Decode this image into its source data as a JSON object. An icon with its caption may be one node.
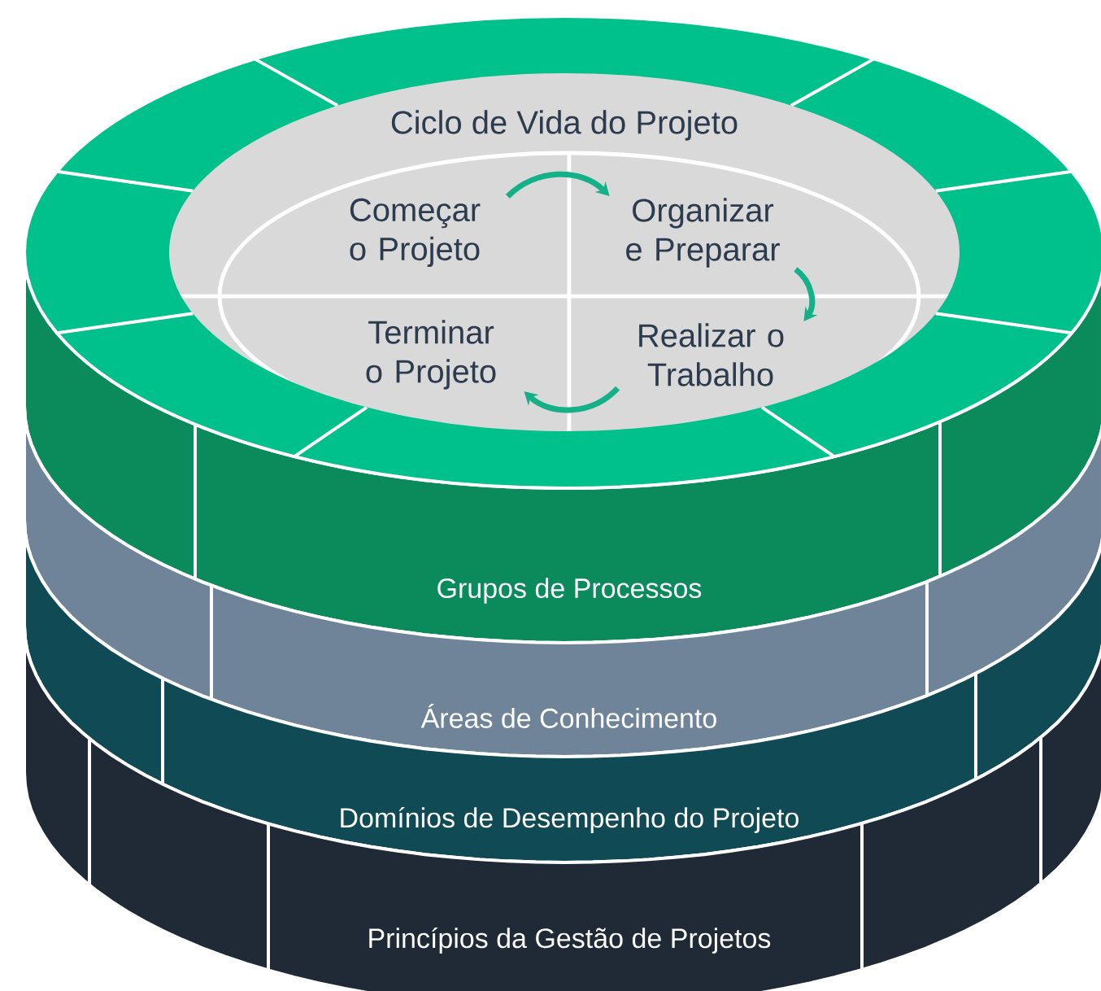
{
  "diagram": {
    "nodes": [
      {
        "text": [
          "Ciclo de Vida do Projeto"
        ]
      },
      {
        "text": [
          "Começar o Projeto"
        ],
        "in": 0
      },
      {
        "text": [
          "Organizar e Preparar"
        ],
        "in": 0
      },
      {
        "text": [
          "Terminar o Projeto"
        ],
        "in": 0
      },
      {
        "text": [
          "Realizar o Trabalho"
        ],
        "in": 0
      },
      {
        "text": [
          "Grupos de Processos"
        ]
      },
      {
        "text": [
          "Áreas de Conhecimento"
        ]
      },
      {
        "text": [
          "Domínios de Desempenho do Projeto"
        ]
      },
      {
        "text": [
          "Princípios da Gestão de Projetos"
        ]
      }
    ],
    "edges": [
      {
        "from": 1,
        "to": 2,
        "arrow": "to"
      },
      {
        "from": 2,
        "to": 4,
        "arrow": "to"
      },
      {
        "from": 4,
        "to": 3,
        "arrow": "to"
      }
    ]
  }
}
